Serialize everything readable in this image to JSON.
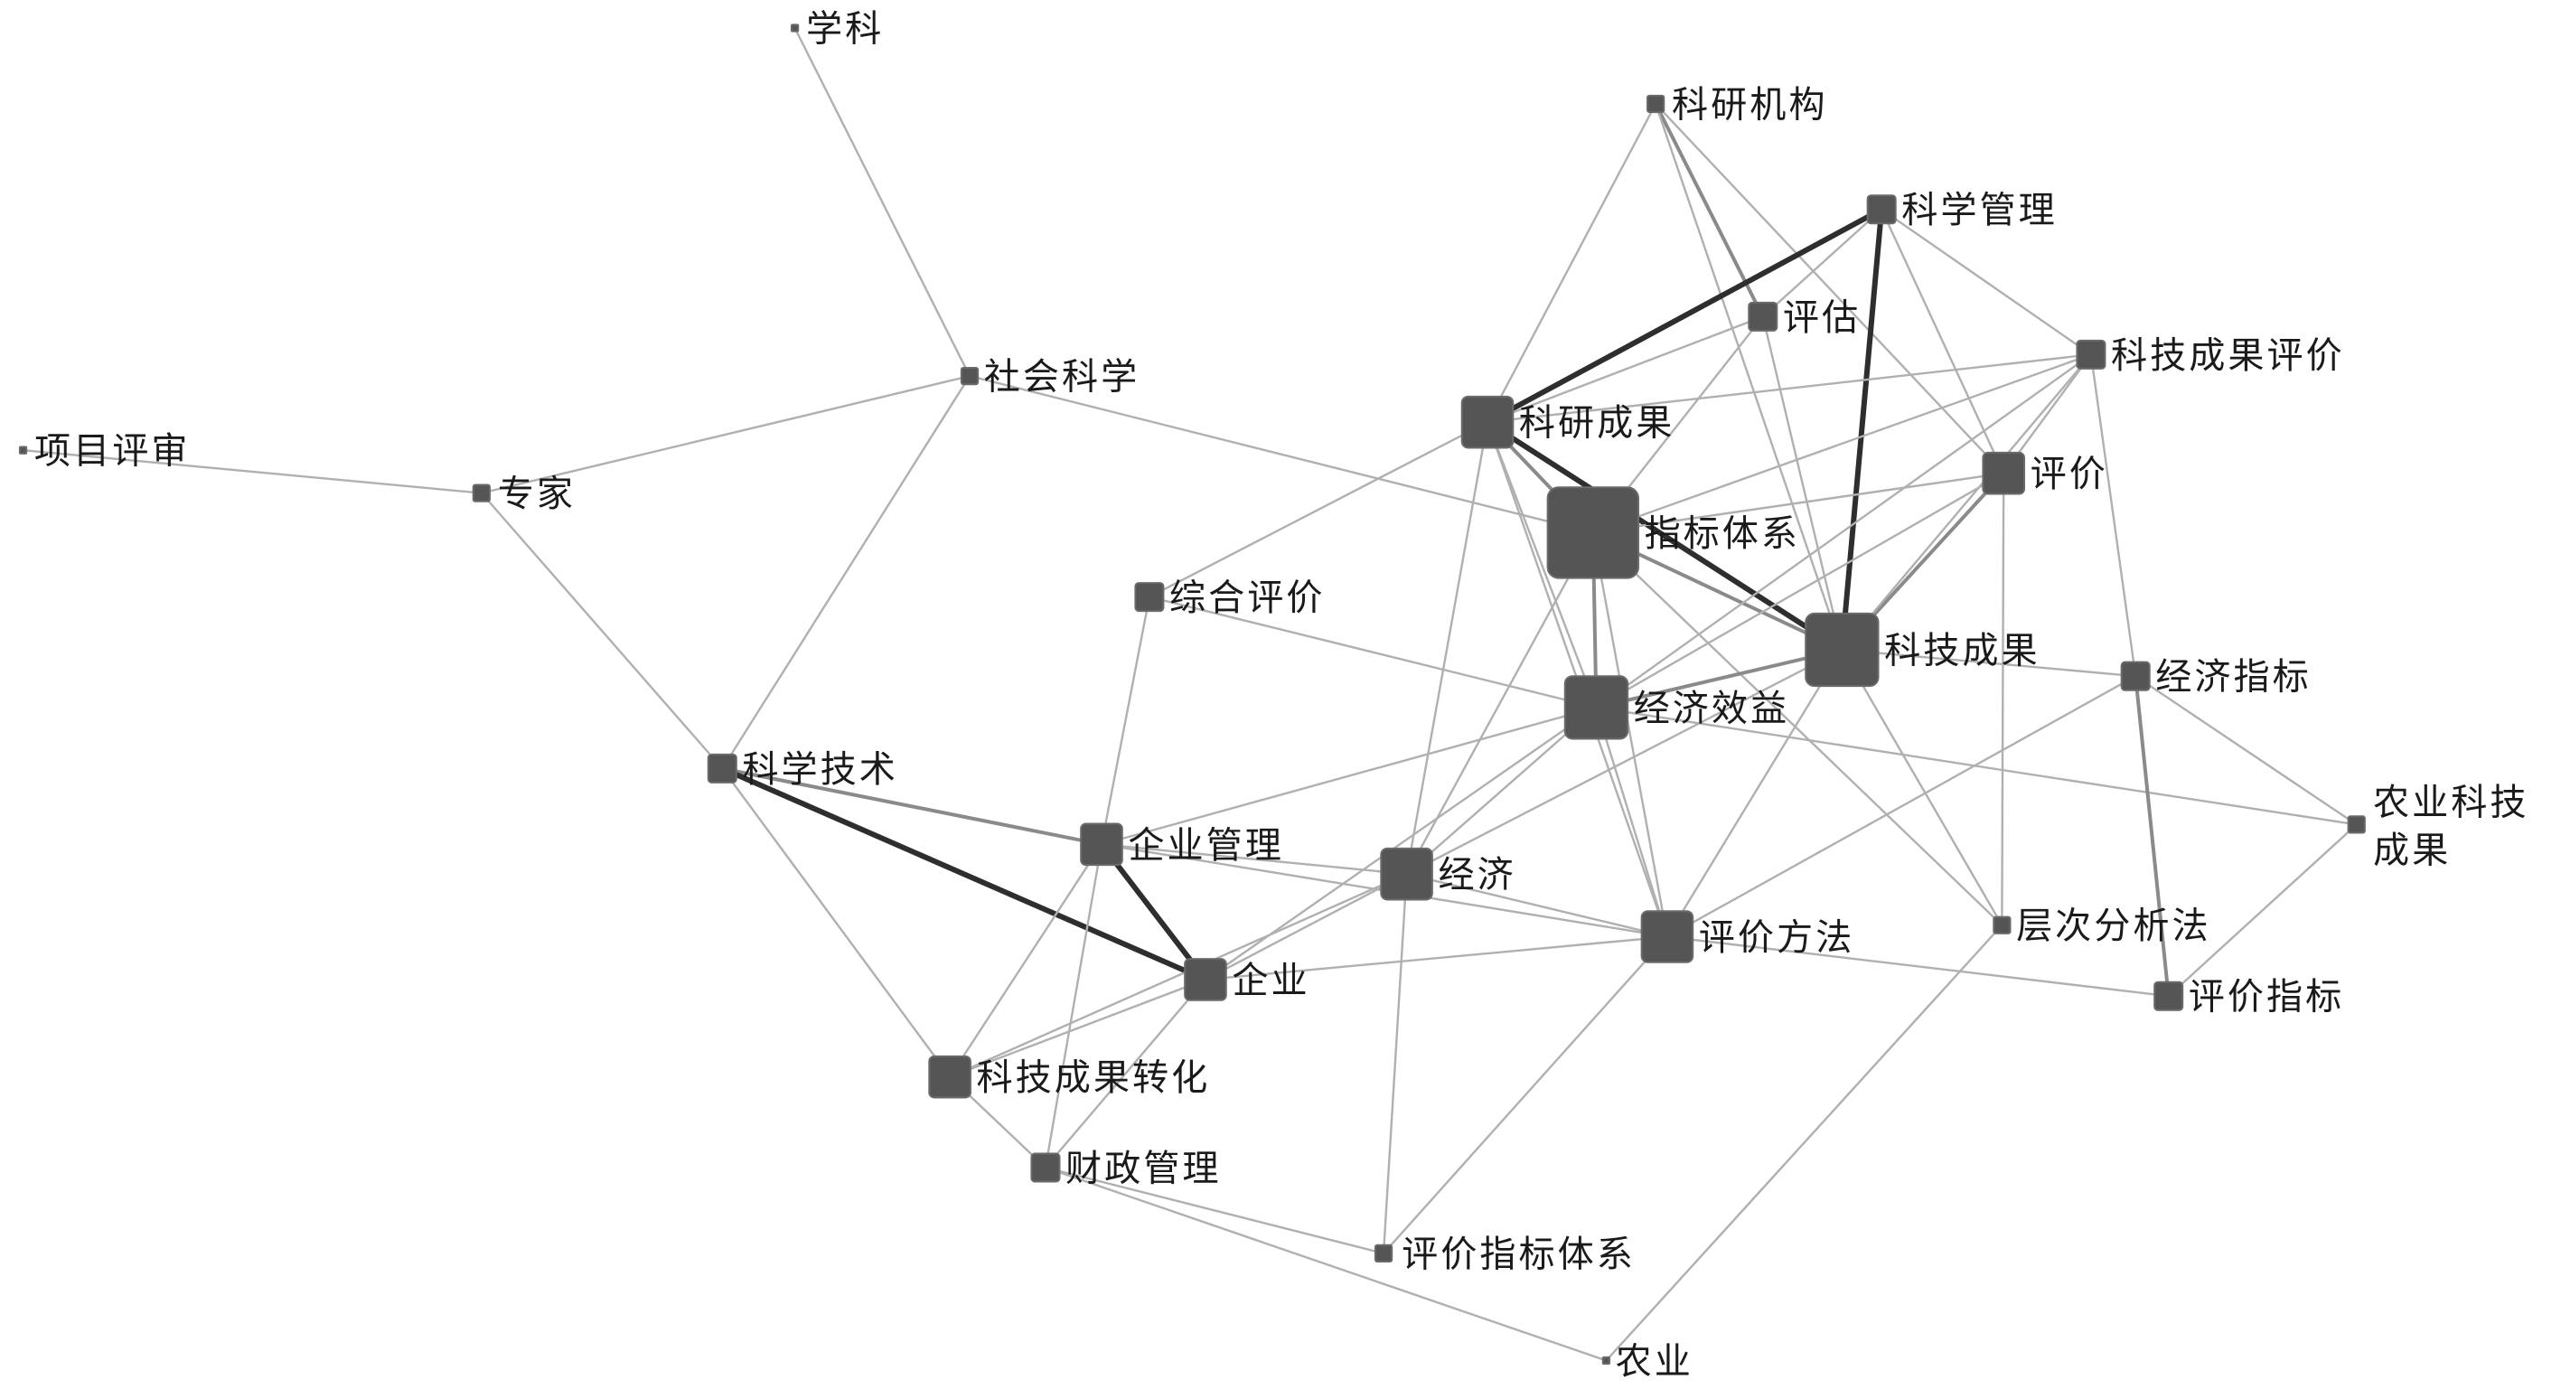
{
  "network": {
    "colors": {
      "node": "#555555",
      "node_edge": "#6a6a6a",
      "edge_thin": "#b0b0b0",
      "edge_mid": "#8a8a8a",
      "edge_strong": "#2e2e2e",
      "label": "#1a1a1a"
    },
    "nodes": [
      {
        "id": "xueke",
        "label": "学科",
        "weight": 1
      },
      {
        "id": "xiangmu",
        "label": "项目评审",
        "weight": 1
      },
      {
        "id": "zhuanjia",
        "label": "专家",
        "weight": 2
      },
      {
        "id": "shehui",
        "label": "社会科学",
        "weight": 2
      },
      {
        "id": "kxjs",
        "label": "科学技术",
        "weight": 3
      },
      {
        "id": "zhpj",
        "label": "综合评价",
        "weight": 3
      },
      {
        "id": "qygl",
        "label": "企业管理",
        "weight": 4
      },
      {
        "id": "qiye",
        "label": "企业",
        "weight": 4
      },
      {
        "id": "kjcgzh",
        "label": "科技成果转化",
        "weight": 4
      },
      {
        "id": "czgl",
        "label": "财政管理",
        "weight": 3
      },
      {
        "id": "jingji",
        "label": "经济",
        "weight": 5
      },
      {
        "id": "pjzbtx",
        "label": "评价指标体系",
        "weight": 2
      },
      {
        "id": "nongye",
        "label": "农业",
        "weight": 1
      },
      {
        "id": "kyjg",
        "label": "科研机构",
        "weight": 2
      },
      {
        "id": "kxgl",
        "label": "科学管理",
        "weight": 3
      },
      {
        "id": "pinggu",
        "label": "评估",
        "weight": 3
      },
      {
        "id": "kycg",
        "label": "科研成果",
        "weight": 5
      },
      {
        "id": "zbtx",
        "label": "指标体系",
        "weight": 8
      },
      {
        "id": "jjxy",
        "label": "经济效益",
        "weight": 6
      },
      {
        "id": "kjcg",
        "label": "科技成果",
        "weight": 7
      },
      {
        "id": "kjcgpj",
        "label": "科技成果评价",
        "weight": 3
      },
      {
        "id": "pingjia",
        "label": "评价",
        "weight": 4
      },
      {
        "id": "jjzb",
        "label": "经济指标",
        "weight": 3
      },
      {
        "id": "nykjcg",
        "label": "农业科技成果",
        "weight": 2
      },
      {
        "id": "ccfxf",
        "label": "层次分析法",
        "weight": 2
      },
      {
        "id": "pjff",
        "label": "评价方法",
        "weight": 5
      },
      {
        "id": "pjzb",
        "label": "评价指标",
        "weight": 3
      }
    ],
    "edges": [
      [
        "xueke",
        "shehui",
        1
      ],
      [
        "xiangmu",
        "zhuanjia",
        1
      ],
      [
        "zhuanjia",
        "shehui",
        1
      ],
      [
        "zhuanjia",
        "kxjs",
        1
      ],
      [
        "shehui",
        "kxjs",
        1
      ],
      [
        "shehui",
        "zbtx",
        1
      ],
      [
        "kxjs",
        "qygl",
        2
      ],
      [
        "kxjs",
        "qiye",
        3
      ],
      [
        "kxjs",
        "kjcgzh",
        1
      ],
      [
        "zhpj",
        "qygl",
        1
      ],
      [
        "zhpj",
        "jjxy",
        1
      ],
      [
        "zhpj",
        "kycg",
        1
      ],
      [
        "qygl",
        "qiye",
        3
      ],
      [
        "qygl",
        "kjcgzh",
        1
      ],
      [
        "qygl",
        "czgl",
        1
      ],
      [
        "qygl",
        "jingji",
        1
      ],
      [
        "qygl",
        "jjxy",
        1
      ],
      [
        "qygl",
        "pjff",
        1
      ],
      [
        "qiye",
        "kjcgzh",
        1
      ],
      [
        "qiye",
        "czgl",
        1
      ],
      [
        "qiye",
        "jingji",
        1
      ],
      [
        "qiye",
        "pjff",
        1
      ],
      [
        "qiye",
        "jjxy",
        1
      ],
      [
        "kjcgzh",
        "czgl",
        1
      ],
      [
        "kjcgzh",
        "jingji",
        1
      ],
      [
        "czgl",
        "pjzbtx",
        1
      ],
      [
        "czgl",
        "nongye",
        1
      ],
      [
        "jingji",
        "pjzbtx",
        1
      ],
      [
        "jingji",
        "jjxy",
        1
      ],
      [
        "jingji",
        "zbtx",
        1
      ],
      [
        "jingji",
        "kycg",
        1
      ],
      [
        "jingji",
        "pjff",
        1
      ],
      [
        "jingji",
        "kjcg",
        1
      ],
      [
        "pjzbtx",
        "pjff",
        1
      ],
      [
        "nongye",
        "ccfxf",
        1
      ],
      [
        "kyjg",
        "pinggu",
        2
      ],
      [
        "kyjg",
        "kjcg",
        1
      ],
      [
        "kyjg",
        "pingjia",
        1
      ],
      [
        "kyjg",
        "kycg",
        1
      ],
      [
        "kxgl",
        "kycg",
        3
      ],
      [
        "kxgl",
        "kjcg",
        3
      ],
      [
        "kxgl",
        "pinggu",
        1
      ],
      [
        "kxgl",
        "pingjia",
        1
      ],
      [
        "kxgl",
        "kjcgpj",
        1
      ],
      [
        "pinggu",
        "zbtx",
        1
      ],
      [
        "pinggu",
        "kjcg",
        1
      ],
      [
        "pinggu",
        "kycg",
        1
      ],
      [
        "kycg",
        "zbtx",
        2
      ],
      [
        "kycg",
        "kjcg",
        4
      ],
      [
        "kycg",
        "jjxy",
        1
      ],
      [
        "kycg",
        "kjcgpj",
        1
      ],
      [
        "kycg",
        "pjff",
        1
      ],
      [
        "zbtx",
        "jjxy",
        2
      ],
      [
        "zbtx",
        "kjcg",
        2
      ],
      [
        "zbtx",
        "pingjia",
        1
      ],
      [
        "zbtx",
        "kjcgpj",
        1
      ],
      [
        "zbtx",
        "pjff",
        1
      ],
      [
        "zbtx",
        "ccfxf",
        1
      ],
      [
        "jjxy",
        "kjcg",
        2
      ],
      [
        "jjxy",
        "pjff",
        1
      ],
      [
        "jjxy",
        "pingjia",
        1
      ],
      [
        "jjxy",
        "nykjcg",
        1
      ],
      [
        "jjxy",
        "kjcgpj",
        1
      ],
      [
        "kjcg",
        "pingjia",
        2
      ],
      [
        "kjcg",
        "jjzb",
        1
      ],
      [
        "kjcg",
        "ccfxf",
        1
      ],
      [
        "kjcg",
        "pjff",
        1
      ],
      [
        "kjcg",
        "kjcgpj",
        1
      ],
      [
        "pingjia",
        "ccfxf",
        1
      ],
      [
        "pingjia",
        "kjcgpj",
        1
      ],
      [
        "kjcgpj",
        "jjzb",
        1
      ],
      [
        "jjzb",
        "pjzb",
        2
      ],
      [
        "jjzb",
        "nykjcg",
        1
      ],
      [
        "jjzb",
        "pjff",
        1
      ],
      [
        "nykjcg",
        "pjzb",
        1
      ],
      [
        "pjff",
        "pjzb",
        1
      ]
    ]
  }
}
